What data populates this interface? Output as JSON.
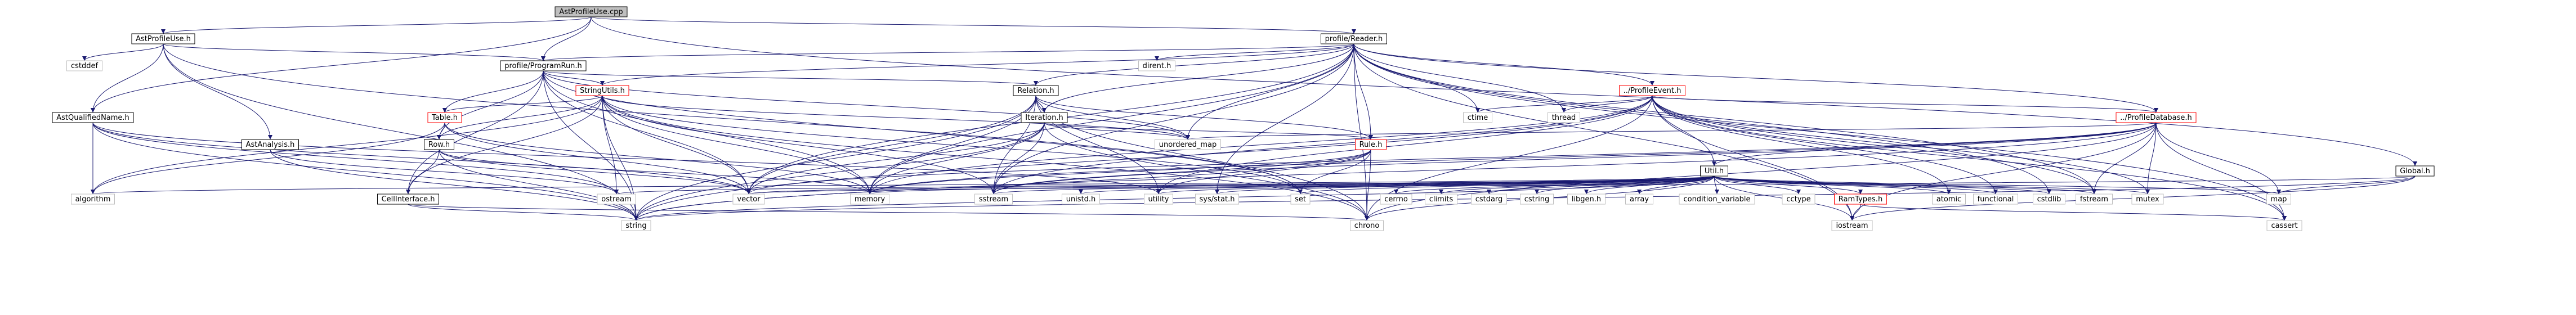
{
  "colors": {
    "edge": "#191970",
    "node_border": "#000000",
    "node_border_missing": "#bfbfbf",
    "node_border_truncated": "#ff0000",
    "root_fill": "#bfbfbf",
    "node_fill": "#ffffff",
    "text": "#000000"
  },
  "nodes": [
    {
      "id": "root",
      "label": "AstProfileUse.cpp",
      "kind": "root"
    },
    {
      "id": "astprofileuse_h",
      "label": "AstProfileUse.h",
      "kind": "doc"
    },
    {
      "id": "reader",
      "label": "profile/Reader.h",
      "kind": "doc"
    },
    {
      "id": "programrun",
      "label": "profile/ProgramRun.h",
      "kind": "doc"
    },
    {
      "id": "cstddef",
      "label": "cstddef",
      "kind": "sys"
    },
    {
      "id": "dirent",
      "label": "dirent.h",
      "kind": "sys"
    },
    {
      "id": "stringutils",
      "label": "StringUtils.h",
      "kind": "truncated"
    },
    {
      "id": "relation",
      "label": "Relation.h",
      "kind": "doc"
    },
    {
      "id": "profileevent",
      "label": "../ProfileEvent.h",
      "kind": "truncated"
    },
    {
      "id": "astqualifiedname",
      "label": "AstQualifiedName.h",
      "kind": "doc"
    },
    {
      "id": "table",
      "label": "Table.h",
      "kind": "truncated"
    },
    {
      "id": "iteration",
      "label": "Iteration.h",
      "kind": "doc"
    },
    {
      "id": "ctime",
      "label": "ctime",
      "kind": "sys"
    },
    {
      "id": "thread",
      "label": "thread",
      "kind": "sys"
    },
    {
      "id": "profiledatabase",
      "label": "../ProfileDatabase.h",
      "kind": "truncated"
    },
    {
      "id": "astanalysis",
      "label": "AstAnalysis.h",
      "kind": "doc"
    },
    {
      "id": "row",
      "label": "Row.h",
      "kind": "doc"
    },
    {
      "id": "unordered_map",
      "label": "unordered_map",
      "kind": "sys"
    },
    {
      "id": "rule",
      "label": "Rule.h",
      "kind": "truncated"
    },
    {
      "id": "util",
      "label": "Util.h",
      "kind": "doc"
    },
    {
      "id": "global",
      "label": "Global.h",
      "kind": "doc"
    },
    {
      "id": "algorithm",
      "label": "algorithm",
      "kind": "sys"
    },
    {
      "id": "cellinterface",
      "label": "CellInterface.h",
      "kind": "doc"
    },
    {
      "id": "ostream",
      "label": "ostream",
      "kind": "sys"
    },
    {
      "id": "vector",
      "label": "vector",
      "kind": "sys"
    },
    {
      "id": "memory",
      "label": "memory",
      "kind": "sys"
    },
    {
      "id": "sstream",
      "label": "sstream",
      "kind": "sys"
    },
    {
      "id": "unistd",
      "label": "unistd.h",
      "kind": "sys"
    },
    {
      "id": "utility",
      "label": "utility",
      "kind": "sys"
    },
    {
      "id": "sysstat",
      "label": "sys/stat.h",
      "kind": "sys"
    },
    {
      "id": "set",
      "label": "set",
      "kind": "sys"
    },
    {
      "id": "cerrno",
      "label": "cerrno",
      "kind": "sys"
    },
    {
      "id": "climits",
      "label": "climits",
      "kind": "sys"
    },
    {
      "id": "cstdarg",
      "label": "cstdarg",
      "kind": "sys"
    },
    {
      "id": "cstring",
      "label": "cstring",
      "kind": "sys"
    },
    {
      "id": "libgen",
      "label": "libgen.h",
      "kind": "sys"
    },
    {
      "id": "array",
      "label": "array",
      "kind": "sys"
    },
    {
      "id": "condvar",
      "label": "condition_variable",
      "kind": "sys"
    },
    {
      "id": "cctype",
      "label": "cctype",
      "kind": "sys"
    },
    {
      "id": "ramtypes",
      "label": "RamTypes.h",
      "kind": "truncated"
    },
    {
      "id": "atomic",
      "label": "atomic",
      "kind": "sys"
    },
    {
      "id": "functional",
      "label": "functional",
      "kind": "sys"
    },
    {
      "id": "cstdlib",
      "label": "cstdlib",
      "kind": "sys"
    },
    {
      "id": "fstream",
      "label": "fstream",
      "kind": "sys"
    },
    {
      "id": "mutex",
      "label": "mutex",
      "kind": "sys"
    },
    {
      "id": "map",
      "label": "map",
      "kind": "sys"
    },
    {
      "id": "string",
      "label": "string",
      "kind": "sys"
    },
    {
      "id": "chrono",
      "label": "chrono",
      "kind": "sys"
    },
    {
      "id": "iostream",
      "label": "iostream",
      "kind": "sys"
    },
    {
      "id": "cassert",
      "label": "cassert",
      "kind": "sys"
    }
  ],
  "edges": [
    [
      "root",
      "astprofileuse_h"
    ],
    [
      "root",
      "reader"
    ],
    [
      "root",
      "programrun"
    ],
    [
      "root",
      "astqualifiedname"
    ],
    [
      "root",
      "global"
    ],
    [
      "astprofileuse_h",
      "cstddef"
    ],
    [
      "astprofileuse_h",
      "programrun"
    ],
    [
      "astprofileuse_h",
      "astqualifiedname"
    ],
    [
      "astprofileuse_h",
      "astanalysis"
    ],
    [
      "astprofileuse_h",
      "set"
    ],
    [
      "astprofileuse_h",
      "string"
    ],
    [
      "reader",
      "programrun"
    ],
    [
      "reader",
      "dirent"
    ],
    [
      "reader",
      "stringutils"
    ],
    [
      "reader",
      "relation"
    ],
    [
      "reader",
      "profileevent"
    ],
    [
      "reader",
      "profiledatabase"
    ],
    [
      "reader",
      "iteration"
    ],
    [
      "reader",
      "rule"
    ],
    [
      "reader",
      "ctime"
    ],
    [
      "reader",
      "thread"
    ],
    [
      "reader",
      "unordered_map"
    ],
    [
      "reader",
      "vector"
    ],
    [
      "reader",
      "memory"
    ],
    [
      "reader",
      "sstream"
    ],
    [
      "reader",
      "sysstat"
    ],
    [
      "reader",
      "cstdlib"
    ],
    [
      "reader",
      "fstream"
    ],
    [
      "reader",
      "iostream"
    ],
    [
      "reader",
      "cassert"
    ],
    [
      "reader",
      "chrono"
    ],
    [
      "programrun",
      "stringutils"
    ],
    [
      "programrun",
      "relation"
    ],
    [
      "programrun",
      "table"
    ],
    [
      "programrun",
      "row"
    ],
    [
      "programrun",
      "unordered_map"
    ],
    [
      "programrun",
      "vector"
    ],
    [
      "programrun",
      "memory"
    ],
    [
      "programrun",
      "set"
    ],
    [
      "programrun",
      "string"
    ],
    [
      "programrun",
      "cellinterface"
    ],
    [
      "stringutils",
      "table"
    ],
    [
      "stringutils",
      "row"
    ],
    [
      "stringutils",
      "cellinterface"
    ],
    [
      "stringutils",
      "algorithm"
    ],
    [
      "stringutils",
      "ostream"
    ],
    [
      "stringutils",
      "vector"
    ],
    [
      "stringutils",
      "memory"
    ],
    [
      "stringutils",
      "sstream"
    ],
    [
      "stringutils",
      "chrono"
    ],
    [
      "stringutils",
      "string"
    ],
    [
      "stringutils",
      "unordered_map"
    ],
    [
      "stringutils",
      "set"
    ],
    [
      "relation",
      "iteration"
    ],
    [
      "relation",
      "rule"
    ],
    [
      "relation",
      "unordered_map"
    ],
    [
      "relation",
      "vector"
    ],
    [
      "relation",
      "memory"
    ],
    [
      "relation",
      "sstream"
    ],
    [
      "relation",
      "string"
    ],
    [
      "relation",
      "chrono"
    ],
    [
      "relation",
      "utility"
    ],
    [
      "iteration",
      "rule"
    ],
    [
      "iteration",
      "unordered_map"
    ],
    [
      "iteration",
      "vector"
    ],
    [
      "iteration",
      "memory"
    ],
    [
      "iteration",
      "sstream"
    ],
    [
      "iteration",
      "string"
    ],
    [
      "iteration",
      "chrono"
    ],
    [
      "rule",
      "sstream"
    ],
    [
      "rule",
      "set"
    ],
    [
      "rule",
      "string"
    ],
    [
      "rule",
      "chrono"
    ],
    [
      "rule",
      "utility"
    ],
    [
      "rule",
      "memory"
    ],
    [
      "profileevent",
      "util"
    ],
    [
      "profileevent",
      "profiledatabase"
    ],
    [
      "profileevent",
      "ctime"
    ],
    [
      "profileevent",
      "thread"
    ],
    [
      "profileevent",
      "iostream"
    ],
    [
      "profileevent",
      "string"
    ],
    [
      "profileevent",
      "chrono"
    ],
    [
      "profileevent",
      "memory"
    ],
    [
      "profileevent",
      "sstream"
    ],
    [
      "profileevent",
      "mutex"
    ],
    [
      "profileevent",
      "atomic"
    ],
    [
      "profileevent",
      "functional"
    ],
    [
      "profileevent",
      "cassert"
    ],
    [
      "profileevent",
      "fstream"
    ],
    [
      "profileevent",
      "utility"
    ],
    [
      "profiledatabase",
      "util"
    ],
    [
      "profiledatabase",
      "unordered_map"
    ],
    [
      "profiledatabase",
      "map"
    ],
    [
      "profiledatabase",
      "mutex"
    ],
    [
      "profiledatabase",
      "cassert"
    ],
    [
      "profiledatabase",
      "fstream"
    ],
    [
      "profiledatabase",
      "iostream"
    ],
    [
      "profiledatabase",
      "chrono"
    ],
    [
      "profiledatabase",
      "string"
    ],
    [
      "profiledatabase",
      "memory"
    ],
    [
      "profiledatabase",
      "vector"
    ],
    [
      "profiledatabase",
      "sstream"
    ],
    [
      "util",
      "algorithm"
    ],
    [
      "util",
      "ostream"
    ],
    [
      "util",
      "vector"
    ],
    [
      "util",
      "memory"
    ],
    [
      "util",
      "sstream"
    ],
    [
      "util",
      "unistd"
    ],
    [
      "util",
      "utility"
    ],
    [
      "util",
      "sysstat"
    ],
    [
      "util",
      "set"
    ],
    [
      "util",
      "cerrno"
    ],
    [
      "util",
      "climits"
    ],
    [
      "util",
      "cstdarg"
    ],
    [
      "util",
      "cstring"
    ],
    [
      "util",
      "libgen"
    ],
    [
      "util",
      "array"
    ],
    [
      "util",
      "condvar"
    ],
    [
      "util",
      "cctype"
    ],
    [
      "util",
      "ramtypes"
    ],
    [
      "util",
      "atomic"
    ],
    [
      "util",
      "functional"
    ],
    [
      "util",
      "cstdlib"
    ],
    [
      "util",
      "fstream"
    ],
    [
      "util",
      "mutex"
    ],
    [
      "util",
      "map"
    ],
    [
      "util",
      "string"
    ],
    [
      "util",
      "chrono"
    ],
    [
      "util",
      "iostream"
    ],
    [
      "ramtypes",
      "iostream"
    ],
    [
      "ramtypes",
      "cassert"
    ],
    [
      "global",
      "map"
    ],
    [
      "global",
      "string"
    ],
    [
      "global",
      "vector"
    ],
    [
      "global",
      "iostream"
    ],
    [
      "astqualifiedname",
      "algorithm"
    ],
    [
      "astqualifiedname",
      "ostream"
    ],
    [
      "astqualifiedname",
      "vector"
    ],
    [
      "astqualifiedname",
      "string"
    ],
    [
      "astqualifiedname",
      "utility"
    ],
    [
      "astanalysis",
      "ostream"
    ],
    [
      "astanalysis",
      "string"
    ],
    [
      "table",
      "row"
    ],
    [
      "table",
      "vector"
    ],
    [
      "table",
      "memory"
    ],
    [
      "table",
      "algorithm"
    ],
    [
      "row",
      "cellinterface"
    ],
    [
      "row",
      "vector"
    ],
    [
      "row",
      "memory"
    ],
    [
      "row",
      "string"
    ],
    [
      "cellinterface",
      "string"
    ],
    [
      "cellinterface",
      "chrono"
    ]
  ]
}
